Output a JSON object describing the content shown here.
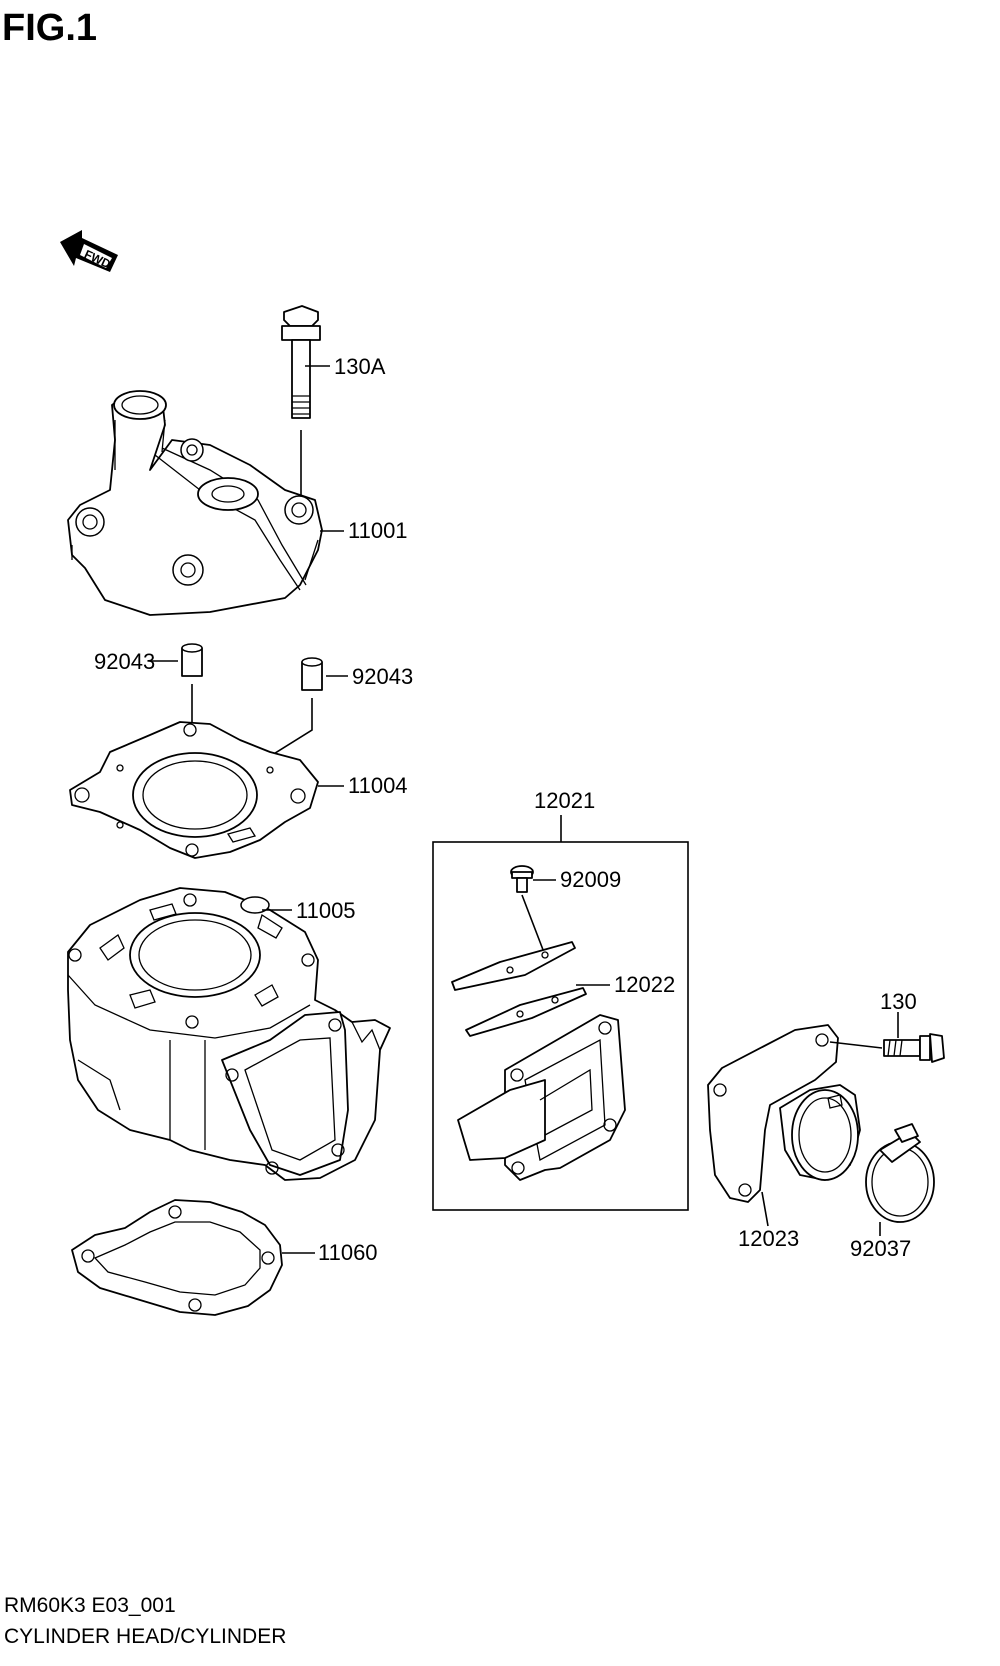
{
  "figure": {
    "title": "FIG.1",
    "fwd_label": "FWD"
  },
  "part_labels": {
    "p130A": "130A",
    "p11001": "11001",
    "p92043_left": "92043",
    "p92043_right": "92043",
    "p11004": "11004",
    "p11005": "11005",
    "p11060": "11060",
    "p12021": "12021",
    "p92009": "92009",
    "p12022": "12022",
    "p130": "130",
    "p12023": "12023",
    "p92037": "92037"
  },
  "footer": {
    "code": "RM60K3 E03_001",
    "caption": "CYLINDER HEAD/CYLINDER"
  }
}
